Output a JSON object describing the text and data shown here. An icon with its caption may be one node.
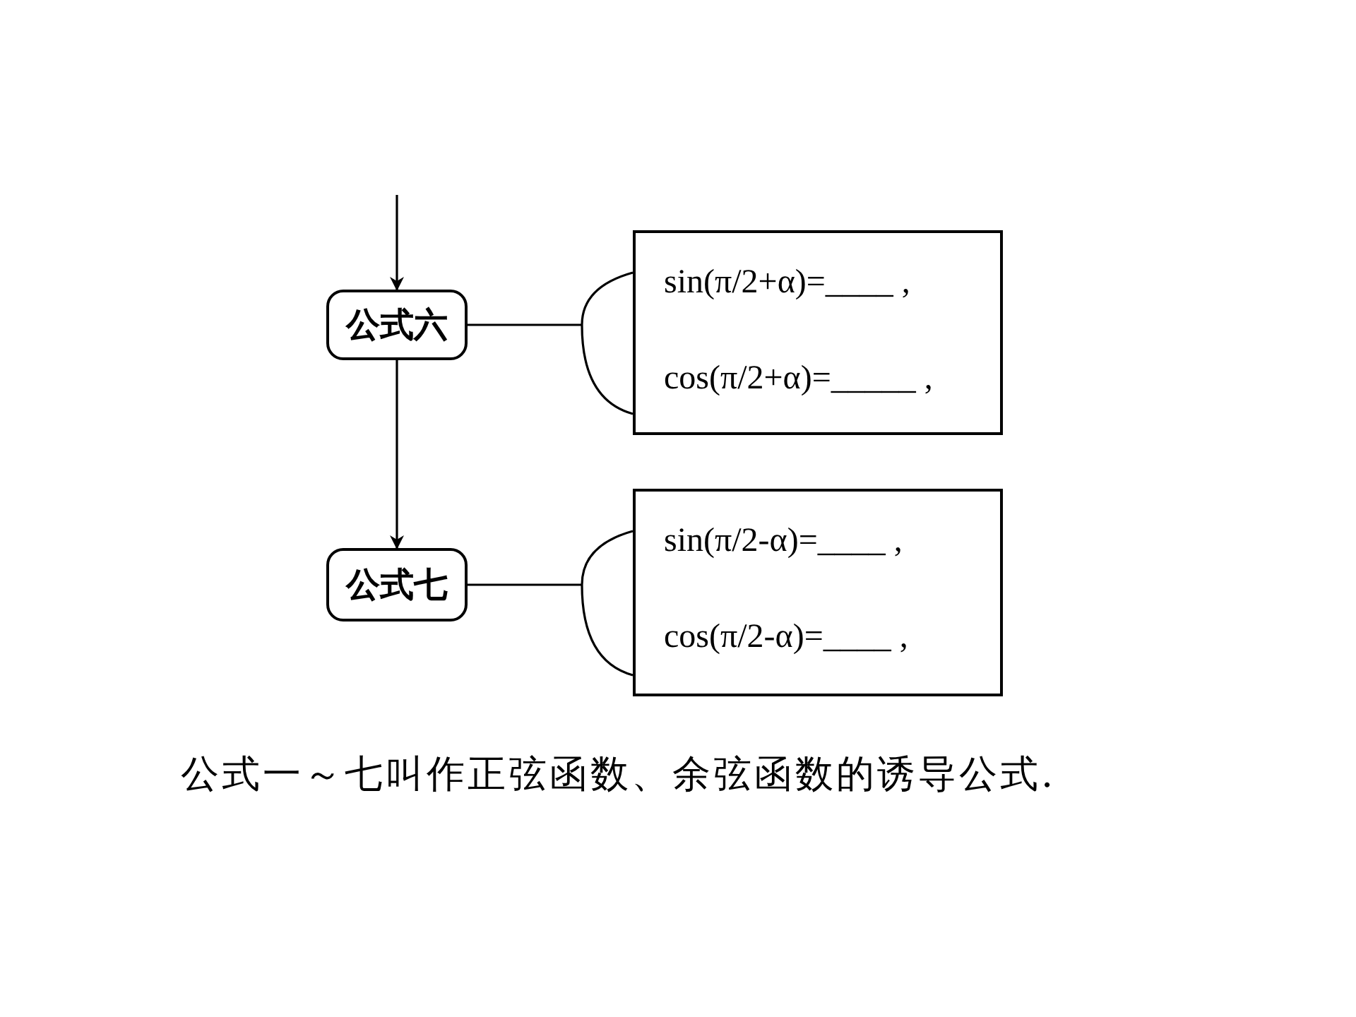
{
  "diagram": {
    "nodes": [
      {
        "text": [
          "公式六"
        ]
      },
      {
        "text": [
          "sin(π/2+α)=____ ,",
          "cos(π/2+α)=_____ ,"
        ]
      },
      {
        "text": [
          "公式七"
        ]
      },
      {
        "text": [
          "sin(π/2-α)=____ ,",
          "cos(π/2-α)=____ ,"
        ]
      }
    ],
    "edges": [
      {
        "from": null,
        "to": 0,
        "arrow": "to"
      },
      {
        "from": 0,
        "to": 2,
        "arrow": "to"
      },
      {
        "from": 0,
        "to": 1,
        "arrow": "none"
      },
      {
        "from": 2,
        "to": 3,
        "arrow": "none"
      }
    ],
    "caption": "公式一～七叫作正弦函数、余弦函数的诱导公式."
  }
}
